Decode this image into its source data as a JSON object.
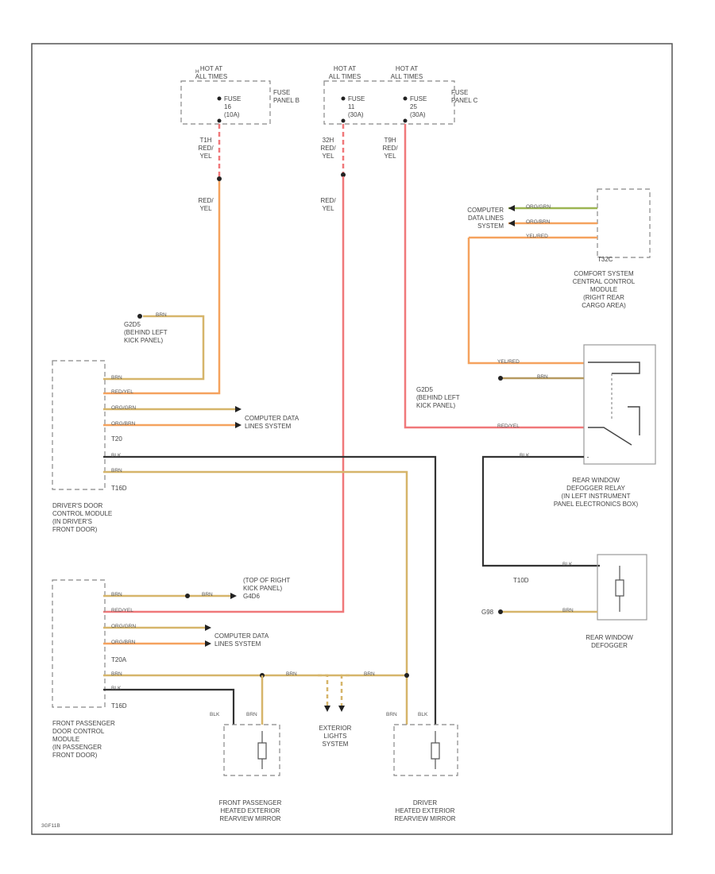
{
  "fuse_panel_b": {
    "hot_at": "HOT AT\nALL TIMES",
    "fuse": "FUSE\n16\n(10A)",
    "panel": "FUSE\nPANEL B"
  },
  "fuse_panel_c": {
    "hot_at_1": "HOT AT\nALL TIMES",
    "hot_at_2": "HOT AT\nALL TIMES",
    "fuse_1": "FUSE\n11\n(30A)",
    "fuse_2": "FUSE\n25\n(30A)",
    "panel": "FUSE\nPANEL C"
  },
  "wire_labels": {
    "t1_top": "T1H\nRED/\nYEL",
    "t1_mid": "RED/\nYEL",
    "t2_top": "32H\nRED/\nYEL",
    "t2_mid": "RED/\nYEL",
    "t3_top": "T9H\nRED/\nYEL"
  },
  "computer_data_lines_1": "COMPUTER\nDATA LINES\nSYSTEM",
  "comfort_module": {
    "connector": "T32C",
    "name": "COMFORT SYSTEM\nCENTRAL CONTROL\nMODULE\n(RIGHT REAR\nCARGO AREA)"
  },
  "g_left_kick": "G2D5\n(BEHIND LEFT\nKICK PANEL)",
  "g_left_kick_2": "G2D5\n(BEHIND LEFT\nKICK PANEL)",
  "drivers_door_module": {
    "connector_a": "T20",
    "connector_b": "T16D",
    "name": "DRIVER'S DOOR\nCONTROL MODULE\n(IN DRIVER'S\nFRONT DOOR)"
  },
  "computer_data_lines_2": "COMPUTER DATA\nLINES SYSTEM",
  "computer_data_lines_3": "COMPUTER DATA\nLINES SYSTEM",
  "rear_defogger_relay": "REAR WINDOW\nDEFOGGER RELAY\n(IN LEFT INSTRUMENT\nPANEL ELECTRONICS BOX)",
  "top_right_kick": "(TOP OF RIGHT\nKICK PANEL)\nG4D6",
  "t10d": "T10D",
  "g98": "G98",
  "rear_window_defogger": "REAR WINDOW\nDEFOGGER",
  "front_passenger_module": {
    "connector_a": "T20A",
    "connector_b": "T16D",
    "name": "FRONT PASSENGER\nDOOR CONTROL\nMODULE\n(IN PASSENGER\nFRONT DOOR)"
  },
  "exterior_lights": "EXTERIOR\nLIGHTS\nSYSTEM",
  "front_passenger_mirror": "FRONT PASSENGER\nHEATED EXTERIOR\nREARVIEW MIRROR",
  "driver_mirror": "DRIVER\nHEATED EXTERIOR\nREARVIEW MIRROR",
  "pin_labels": {
    "brn": "BRN",
    "blk": "BLK",
    "red_yel": "RED/YEL",
    "org_brn": "ORG/BRN",
    "org_grn": "ORG/GRN",
    "yel_red": "YEL/RED"
  },
  "footer_code": "3GF11B"
}
